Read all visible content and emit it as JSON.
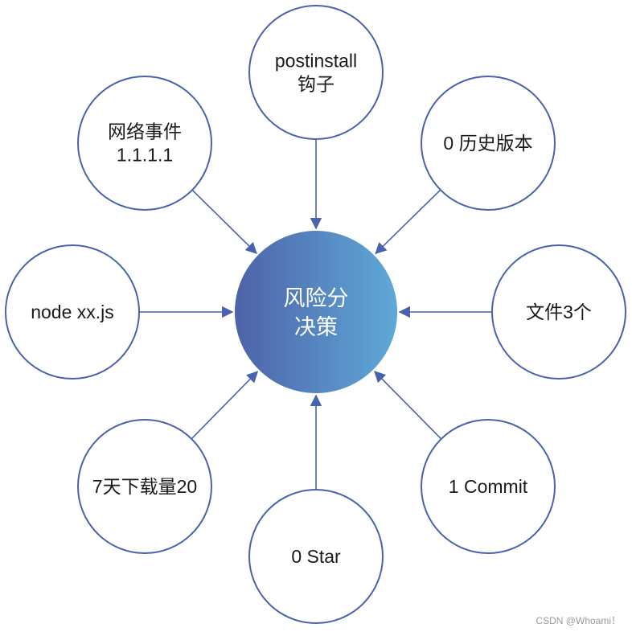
{
  "colors": {
    "node_stroke": "#4a62ad",
    "arrow": "#4a62ad",
    "center_gradient_start": "#4e62a8",
    "center_gradient_end": "#5ea9d8",
    "center_text": "#ffffff",
    "node_text": "#1a1a1a"
  },
  "center": {
    "lines": [
      "风险分",
      "决策"
    ]
  },
  "nodes": [
    {
      "id": "top",
      "lines": [
        "postinstall",
        "钩子"
      ]
    },
    {
      "id": "top-right",
      "lines": [
        "0 历史版本"
      ]
    },
    {
      "id": "right",
      "lines": [
        "文件3个"
      ]
    },
    {
      "id": "bottom-right",
      "lines": [
        "1 Commit"
      ]
    },
    {
      "id": "bottom",
      "lines": [
        "0 Star"
      ]
    },
    {
      "id": "bottom-left",
      "lines": [
        "7天下载量20"
      ]
    },
    {
      "id": "left",
      "lines": [
        "node xx.js"
      ]
    },
    {
      "id": "top-left",
      "lines": [
        "网络事件",
        "1.1.1.1"
      ]
    }
  ],
  "watermark": "CSDN @Whoami！"
}
